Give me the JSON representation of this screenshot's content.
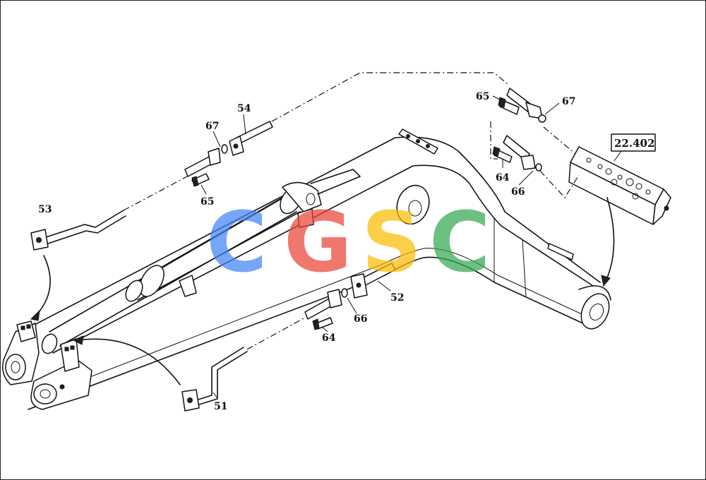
{
  "callouts": {
    "c54": "54",
    "c67a": "67",
    "c65a": "65",
    "c53": "53",
    "c65b": "65",
    "c67b": "67",
    "c64a": "64",
    "c66a": "66",
    "c52": "52",
    "c66b": "66",
    "c64b": "64",
    "c51": "51"
  },
  "reference_box": "22.402",
  "watermark": {
    "letters": [
      "C",
      "G",
      "S",
      "C"
    ],
    "colors": [
      "#4285F4",
      "#EA4335",
      "#FBBC05",
      "#34A853"
    ]
  }
}
